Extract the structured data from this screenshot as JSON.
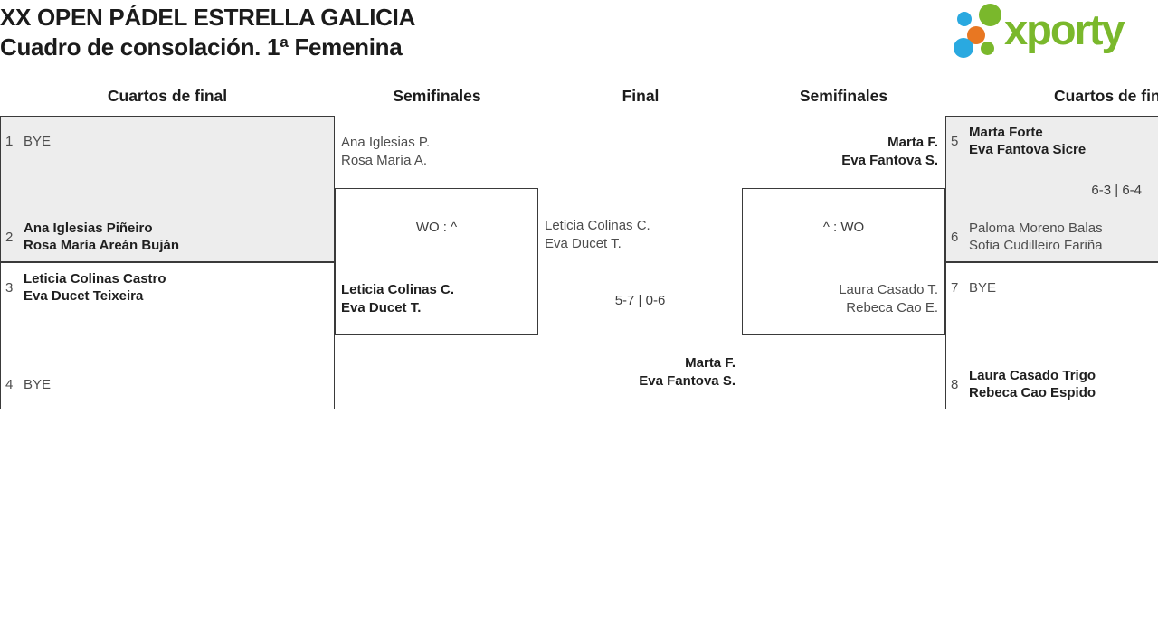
{
  "header": {
    "title_line1": "XX OPEN PÁDEL ESTRELLA GALICIA",
    "title_line2": "Cuadro de consolación. 1ª Femenina",
    "logo_text": "xporty"
  },
  "colors": {
    "logo_green": "#7ab82c",
    "logo_blue": "#2aa9e0",
    "logo_orange": "#e87722",
    "box_grey": "#ededed",
    "box_border": "#3a3a3a",
    "text_dark": "#1f1f1f",
    "text_muted": "#4d4d4d"
  },
  "round_headers": [
    "Cuartos de final",
    "Semifinales",
    "Final",
    "Semifinales",
    "Cuartos de final"
  ],
  "matches": {
    "qf1": {
      "seed_top": "1",
      "top1": "BYE",
      "seed_bottom": "2",
      "bottom1": "Ana Iglesias Piñeiro",
      "bottom2": "Rosa María Areán Buján"
    },
    "qf2": {
      "seed_top": "3",
      "top1": "Leticia Colinas Castro",
      "top2": "Eva Ducet Teixeira",
      "seed_bottom": "4",
      "bottom1": "BYE"
    },
    "sf1": {
      "top1": "Ana Iglesias P.",
      "top2": "Rosa María A.",
      "score": "WO : ^",
      "bottom1": "Leticia Colinas C.",
      "bottom2": "Eva Ducet T."
    },
    "final": {
      "top1": "Leticia Colinas C.",
      "top2": "Eva Ducet T.",
      "score": "5-7 | 0-6",
      "bottom1": "Marta F.",
      "bottom2": "Eva Fantova S."
    },
    "sf2": {
      "top1": "Marta F.",
      "top2": "Eva Fantova S.",
      "score": "^ : WO",
      "bottom1": "Laura Casado T.",
      "bottom2": "Rebeca Cao E."
    },
    "qf3": {
      "seed_top": "5",
      "top1": "Marta Forte",
      "top2": "Eva Fantova Sicre",
      "score": "6-3 | 6-4",
      "seed_bottom": "6",
      "bottom1": "Paloma Moreno Balas",
      "bottom2": "Sofia Cudilleiro Fariña"
    },
    "qf4": {
      "seed_top": "7",
      "top1": "BYE",
      "seed_bottom": "8",
      "bottom1": "Laura Casado Trigo",
      "bottom2": "Rebeca Cao Espido"
    }
  }
}
